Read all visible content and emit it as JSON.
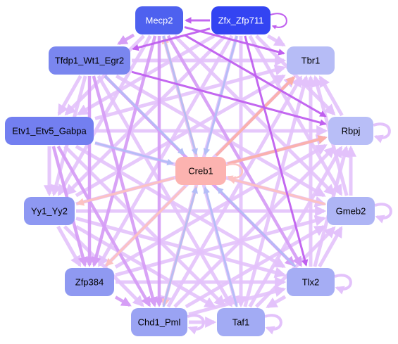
{
  "colors": {
    "edge_light": "#e3c2fb",
    "edge_mid": "#d69ef6",
    "edge_strong": "#c060ef",
    "edge_blue": "#b4bdf7",
    "edge_pink": "#fcc2c2",
    "edge_salmon": "#fbb0aa"
  },
  "nodes": [
    {
      "id": "mecp2",
      "label": "Mecp2",
      "fill": "#4e61ef",
      "text": "#ffffff"
    },
    {
      "id": "zfx",
      "label": "Zfx_Zfp711",
      "fill": "#3344f2",
      "text": "#ffffff"
    },
    {
      "id": "tfdp1",
      "label": "Tfdp1_Wt1_Egr2",
      "fill": "#7a86ef",
      "text": "#000000"
    },
    {
      "id": "tbr1",
      "label": "Tbr1",
      "fill": "#b6bcf6",
      "text": "#000000"
    },
    {
      "id": "etv1",
      "label": "Etv1_Etv5_Gabpa",
      "fill": "#737ff0",
      "text": "#000000"
    },
    {
      "id": "rbpj",
      "label": "Rbpj",
      "fill": "#b8bef7",
      "text": "#000000"
    },
    {
      "id": "creb1",
      "label": "Creb1",
      "fill": "#fcb3b0",
      "text": "#000000"
    },
    {
      "id": "yy1",
      "label": "Yy1_Yy2",
      "fill": "#8e98f2",
      "text": "#000000"
    },
    {
      "id": "gmeb2",
      "label": "Gmeb2",
      "fill": "#aeb5f5",
      "text": "#000000"
    },
    {
      "id": "zfp384",
      "label": "Zfp384",
      "fill": "#8f99f1",
      "text": "#000000"
    },
    {
      "id": "tlx2",
      "label": "Tlx2",
      "fill": "#a5adf4",
      "text": "#000000"
    },
    {
      "id": "chd1",
      "label": "Chd1_Pml",
      "fill": "#9aa3f3",
      "text": "#000000"
    },
    {
      "id": "taf1",
      "label": "Taf1",
      "fill": "#a2abf4",
      "text": "#000000"
    }
  ],
  "edges": [
    {
      "from": "zfx",
      "to": "mecp2",
      "color": "edge_strong"
    },
    {
      "from": "zfx",
      "to": "tfdp1",
      "color": "edge_strong"
    },
    {
      "from": "zfx",
      "to": "tlx2",
      "color": "edge_strong"
    },
    {
      "from": "mecp2",
      "to": "tbr1",
      "color": "edge_strong"
    },
    {
      "from": "mecp2",
      "to": "rbpj",
      "color": "edge_strong"
    },
    {
      "from": "tfdp1",
      "to": "rbpj",
      "color": "edge_strong"
    },
    {
      "from": "tfdp1",
      "to": "tlx2",
      "color": "edge_mid"
    },
    {
      "from": "mecp2",
      "to": "tlx2",
      "color": "edge_mid"
    },
    {
      "from": "mecp2",
      "to": "zfp384",
      "color": "edge_mid"
    },
    {
      "from": "mecp2",
      "to": "chd1",
      "color": "edge_mid"
    },
    {
      "from": "mecp2",
      "to": "yy1",
      "color": "edge_light"
    },
    {
      "from": "mecp2",
      "to": "etv1",
      "color": "edge_light"
    },
    {
      "from": "mecp2",
      "to": "tfdp1",
      "color": "edge_mid"
    },
    {
      "from": "mecp2",
      "to": "gmeb2",
      "color": "edge_light"
    },
    {
      "from": "mecp2",
      "to": "taf1",
      "color": "edge_light"
    },
    {
      "from": "zfx",
      "to": "etv1",
      "color": "edge_light"
    },
    {
      "from": "zfx",
      "to": "yy1",
      "color": "edge_light"
    },
    {
      "from": "zfx",
      "to": "zfp384",
      "color": "edge_light"
    },
    {
      "from": "zfx",
      "to": "chd1",
      "color": "edge_light"
    },
    {
      "from": "zfx",
      "to": "taf1",
      "color": "edge_light"
    },
    {
      "from": "zfx",
      "to": "gmeb2",
      "color": "edge_light"
    },
    {
      "from": "zfx",
      "to": "rbpj",
      "color": "edge_light"
    },
    {
      "from": "zfx",
      "to": "tbr1",
      "color": "edge_light"
    },
    {
      "from": "tfdp1",
      "to": "tbr1",
      "color": "edge_light"
    },
    {
      "from": "tfdp1",
      "to": "gmeb2",
      "color": "edge_light"
    },
    {
      "from": "tfdp1",
      "to": "yy1",
      "color": "edge_light"
    },
    {
      "from": "tfdp1",
      "to": "zfp384",
      "color": "edge_mid"
    },
    {
      "from": "tfdp1",
      "to": "chd1",
      "color": "edge_mid"
    },
    {
      "from": "tfdp1",
      "to": "taf1",
      "color": "edge_light"
    },
    {
      "from": "tfdp1",
      "to": "etv1",
      "color": "edge_light"
    },
    {
      "from": "etv1",
      "to": "rbpj",
      "color": "edge_light"
    },
    {
      "from": "etv1",
      "to": "tbr1",
      "color": "edge_light"
    },
    {
      "from": "etv1",
      "to": "gmeb2",
      "color": "edge_light"
    },
    {
      "from": "etv1",
      "to": "tlx2",
      "color": "edge_light"
    },
    {
      "from": "etv1",
      "to": "taf1",
      "color": "edge_light"
    },
    {
      "from": "etv1",
      "to": "chd1",
      "color": "edge_mid"
    },
    {
      "from": "etv1",
      "to": "zfp384",
      "color": "edge_mid"
    },
    {
      "from": "etv1",
      "to": "yy1",
      "color": "edge_light"
    },
    {
      "from": "yy1",
      "to": "rbpj",
      "color": "edge_light"
    },
    {
      "from": "yy1",
      "to": "tbr1",
      "color": "edge_light"
    },
    {
      "from": "yy1",
      "to": "gmeb2",
      "color": "edge_light"
    },
    {
      "from": "yy1",
      "to": "tlx2",
      "color": "edge_light"
    },
    {
      "from": "yy1",
      "to": "taf1",
      "color": "edge_light"
    },
    {
      "from": "yy1",
      "to": "chd1",
      "color": "edge_light"
    },
    {
      "from": "yy1",
      "to": "zfp384",
      "color": "edge_light"
    },
    {
      "from": "zfp384",
      "to": "tbr1",
      "color": "edge_light"
    },
    {
      "from": "zfp384",
      "to": "rbpj",
      "color": "edge_light"
    },
    {
      "from": "zfp384",
      "to": "gmeb2",
      "color": "edge_light"
    },
    {
      "from": "zfp384",
      "to": "tlx2",
      "color": "edge_light"
    },
    {
      "from": "zfp384",
      "to": "chd1",
      "color": "edge_mid"
    },
    {
      "from": "chd1",
      "to": "tbr1",
      "color": "edge_light"
    },
    {
      "from": "chd1",
      "to": "rbpj",
      "color": "edge_light"
    },
    {
      "from": "chd1",
      "to": "gmeb2",
      "color": "edge_light"
    },
    {
      "from": "chd1",
      "to": "tlx2",
      "color": "edge_light"
    },
    {
      "from": "chd1",
      "to": "taf1",
      "color": "edge_light"
    },
    {
      "from": "taf1",
      "to": "tbr1",
      "color": "edge_light"
    },
    {
      "from": "taf1",
      "to": "rbpj",
      "color": "edge_light"
    },
    {
      "from": "taf1",
      "to": "gmeb2",
      "color": "edge_light"
    },
    {
      "from": "tlx2",
      "to": "tbr1",
      "color": "edge_light"
    },
    {
      "from": "tlx2",
      "to": "rbpj",
      "color": "edge_light"
    },
    {
      "from": "tlx2",
      "to": "gmeb2",
      "color": "edge_light"
    },
    {
      "from": "tlx2",
      "to": "taf1",
      "color": "edge_light"
    },
    {
      "from": "gmeb2",
      "to": "tbr1",
      "color": "edge_light"
    },
    {
      "from": "gmeb2",
      "to": "rbpj",
      "color": "edge_light"
    },
    {
      "from": "rbpj",
      "to": "tbr1",
      "color": "edge_light"
    },
    {
      "from": "mecp2",
      "to": "creb1",
      "color": "edge_blue"
    },
    {
      "from": "zfx",
      "to": "creb1",
      "color": "edge_blue"
    },
    {
      "from": "tfdp1",
      "to": "creb1",
      "color": "edge_blue"
    },
    {
      "from": "etv1",
      "to": "creb1",
      "color": "edge_blue"
    },
    {
      "from": "chd1",
      "to": "creb1",
      "color": "edge_blue"
    },
    {
      "from": "taf1",
      "to": "creb1",
      "color": "edge_blue"
    },
    {
      "from": "tlx2",
      "to": "creb1",
      "color": "edge_blue"
    },
    {
      "from": "gmeb2",
      "to": "creb1",
      "color": "edge_pink"
    },
    {
      "from": "creb1",
      "to": "tbr1",
      "color": "edge_salmon"
    },
    {
      "from": "creb1",
      "to": "rbpj",
      "color": "edge_salmon"
    },
    {
      "from": "creb1",
      "to": "yy1",
      "color": "edge_pink"
    },
    {
      "from": "creb1",
      "to": "mecp2",
      "color": "edge_pink"
    },
    {
      "from": "creb1",
      "to": "zfp384",
      "color": "edge_pink"
    },
    {
      "from": "creb1",
      "to": "chd1",
      "color": "edge_pink"
    }
  ],
  "self_loops": [
    {
      "node": "zfx",
      "color": "edge_strong"
    },
    {
      "node": "rbpj",
      "color": "edge_light"
    },
    {
      "node": "gmeb2",
      "color": "edge_light"
    },
    {
      "node": "tlx2",
      "color": "edge_light"
    },
    {
      "node": "taf1",
      "color": "edge_light"
    },
    {
      "node": "chd1",
      "color": "edge_light"
    },
    {
      "node": "creb1",
      "color": "edge_pink"
    }
  ]
}
